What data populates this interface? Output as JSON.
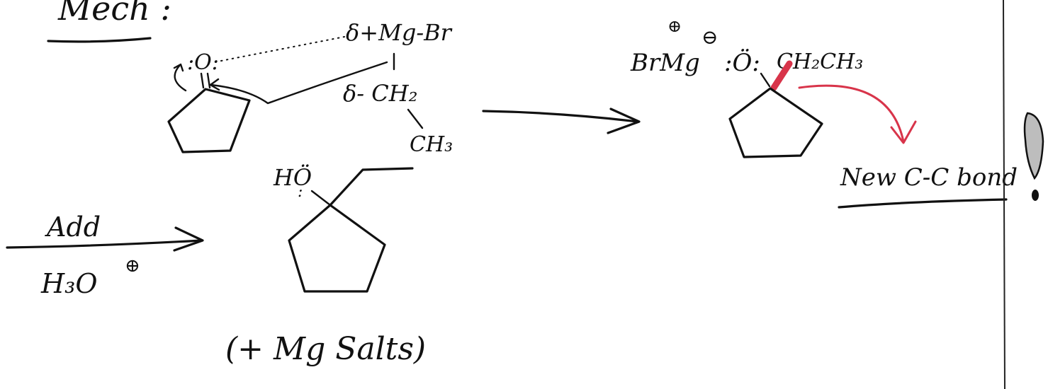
{
  "heading": {
    "text": "Mech :"
  },
  "reagent": {
    "mgbr": "δ+Mg-Br",
    "ch2": "δ- CH₂",
    "ch3": "CH₃"
  },
  "intermediate": {
    "counterion": "BrMg",
    "counterion_charge": "⊕",
    "oxygen": ":Ö:",
    "oxygen_charge": "⊖",
    "ethyl": "CH₂CH₃"
  },
  "annotation": {
    "text": "New C-C bond"
  },
  "workup": {
    "reagent_top": "Add",
    "reagent_bottom": "H₃O",
    "reagent_charge": "⊕"
  },
  "product": {
    "oh": "HÖ",
    "note": "(+ Mg Salts)"
  },
  "colors": {
    "ink": "#111111",
    "highlight": "#d8344a"
  }
}
